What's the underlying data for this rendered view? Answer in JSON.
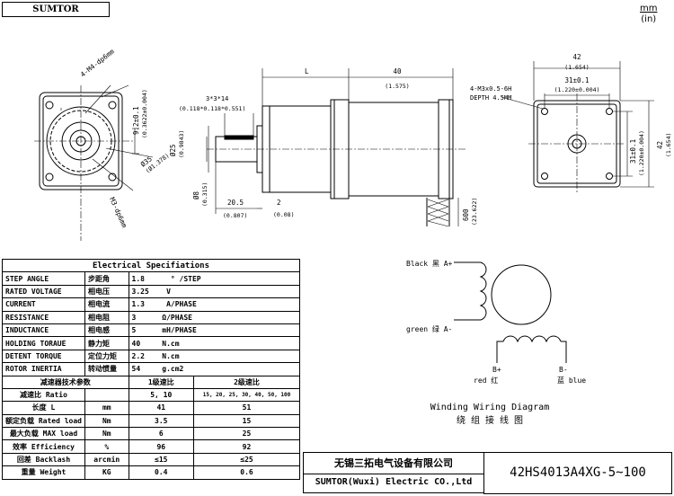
{
  "brand": "SUMTOR",
  "units": {
    "primary": "mm",
    "secondary": "(in)"
  },
  "front_view": {
    "bolt_pattern": "4-M4-dp6mm",
    "set_screw": "M3-dp6mm",
    "bolt_circle": "Ø35",
    "bolt_circle_in": "(Ø1.378)",
    "boss_dim": "9.2±0.1",
    "boss_dim_in": "(0.3622±0.004)"
  },
  "side_view": {
    "length_label": "L",
    "body_length": "40",
    "body_length_in": "(1.575)",
    "key": "3*3*14",
    "key_in": "(0.118*0.118*0.551)",
    "pilot": "Ø25",
    "pilot_in": "(0.9843)",
    "shaft": "Ø8",
    "shaft_in": "(0.315)",
    "shaft_length": "20.5",
    "shaft_length_in": "(0.807)",
    "flange": "2",
    "flange_in": "(0.08)",
    "lead_length": "600",
    "lead_length_in": "(23.622)"
  },
  "rear_view": {
    "width": "42",
    "width_in": "(1.654)",
    "hole_spacing": "31±0.1",
    "hole_spacing_in": "(1.220±0.004)",
    "thread_note_1": "4-M3x0.5-6H",
    "thread_note_2": "DEPTH 4.5MM",
    "height": "42",
    "height_in": "(1.654)",
    "v_spacing": "31±0.1",
    "v_spacing_in": "(1.220±0.004)"
  },
  "spec": {
    "title": "Electrical Specifiations",
    "rows": [
      {
        "en": "STEP ANGLE",
        "cn": "步距角",
        "value": "1.8",
        "unit": "° /STEP"
      },
      {
        "en": "RATED VOLTAGE",
        "cn": "相电压",
        "value": "3.25",
        "unit": "V"
      },
      {
        "en": "CURRENT",
        "cn": "相电流",
        "value": "1.3",
        "unit": "A/PHASE"
      },
      {
        "en": "RESISTANCE",
        "cn": "相电阻",
        "value": "3",
        "unit": "Ω/PHASE"
      },
      {
        "en": "INDUCTANCE",
        "cn": "相电感",
        "value": "5",
        "unit": "mH/PHASE"
      },
      {
        "en": "HOLDING TORAUE",
        "cn": "静力矩",
        "value": "40",
        "unit": "N.cm"
      },
      {
        "en": "DETENT TORQUE",
        "cn": "定位力矩",
        "value": "2.2",
        "unit": "N.cm"
      },
      {
        "en": "ROTOR INERTIA",
        "cn": "转动惯量",
        "value": "54",
        "unit": "g.cm2"
      }
    ],
    "gear_header": {
      "label": "减速器技术参数",
      "stage1": "1级速比",
      "stage2": "2级速比"
    },
    "gear_rows": [
      {
        "label": "减速比  Ratio",
        "unit": "",
        "v1": "5, 10",
        "v2": "15, 20, 25, 30, 40, 50, 100"
      },
      {
        "label": "长度 L",
        "unit": "mm",
        "v1": "41",
        "v2": "51"
      },
      {
        "label": "额定负载 Rated load",
        "unit": "Nm",
        "v1": "3.5",
        "v2": "15"
      },
      {
        "label": "最大负载 MAX load",
        "unit": "Nm",
        "v1": "6",
        "v2": "25"
      },
      {
        "label": "效率 Efficiency",
        "unit": "%",
        "v1": "96",
        "v2": "92"
      },
      {
        "label": "回差 Backlash",
        "unit": "arcmin",
        "v1": "≤15",
        "v2": "≤25"
      },
      {
        "label": "重量 Weight",
        "unit": "KG",
        "v1": "0.4",
        "v2": "0.6"
      }
    ]
  },
  "wiring": {
    "a_plus": "Black 黑 A+",
    "a_minus": "green 绿 A-",
    "b_plus": "B+",
    "b_plus_color": "red 红",
    "b_minus": "B-",
    "b_minus_color": "蓝 blue",
    "title_en": "Winding Wiring Diagram",
    "title_cn": "绕 组 接 线 图"
  },
  "title_block": {
    "company_cn": "无锡三拓电气设备有限公司",
    "company_en": "SUMTOR(Wuxi) Electric CO.,Ltd",
    "part_number": "42HS4013A4XG-5~100"
  }
}
